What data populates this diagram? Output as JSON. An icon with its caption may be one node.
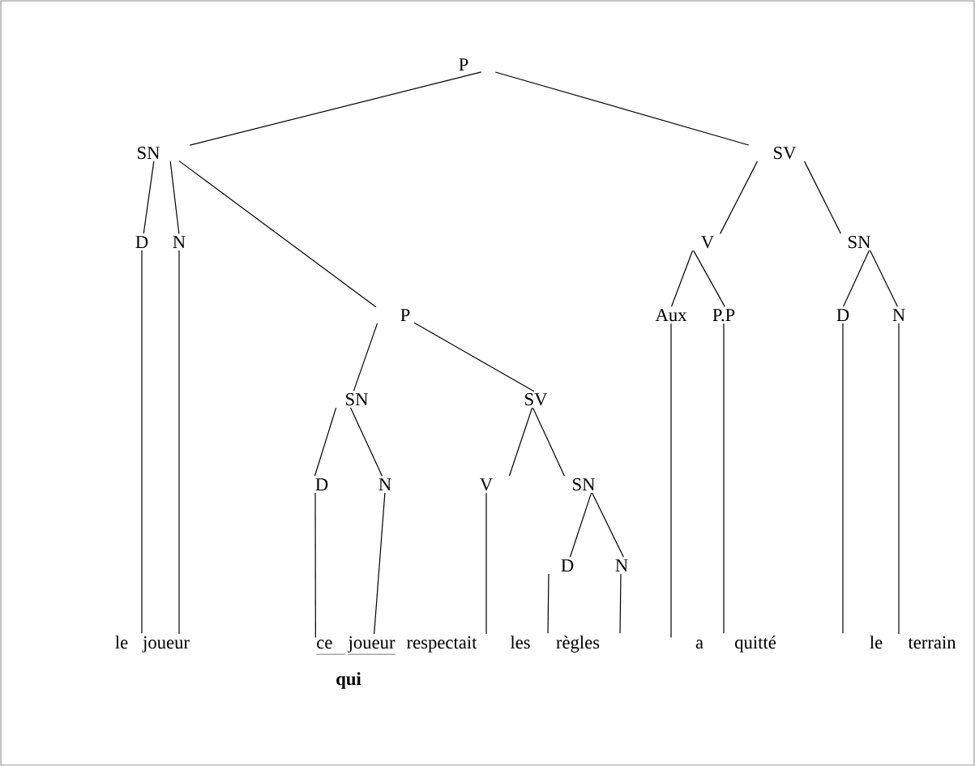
{
  "diagram": {
    "nodes": [
      {
        "text": [
          "P"
        ]
      },
      {
        "text": [
          "SN"
        ]
      },
      {
        "text": [
          "SV"
        ]
      },
      {
        "text": [
          "D"
        ]
      },
      {
        "text": [
          "N"
        ]
      },
      {
        "text": [
          "V"
        ]
      },
      {
        "text": [
          "SN"
        ]
      },
      {
        "text": [
          "P"
        ]
      },
      {
        "text": [
          "Aux"
        ]
      },
      {
        "text": [
          "P.P"
        ]
      },
      {
        "text": [
          "D"
        ]
      },
      {
        "text": [
          "N"
        ]
      },
      {
        "text": [
          "SN"
        ]
      },
      {
        "text": [
          "SV"
        ]
      },
      {
        "text": [
          "D"
        ]
      },
      {
        "text": [
          "N"
        ]
      },
      {
        "text": [
          "V"
        ]
      },
      {
        "text": [
          "SN"
        ]
      },
      {
        "text": [
          "D"
        ]
      },
      {
        "text": [
          "N"
        ]
      },
      {
        "text": [
          "le"
        ]
      },
      {
        "text": [
          "joueur"
        ]
      },
      {
        "text": [
          "ce"
        ]
      },
      {
        "text": [
          "joueur"
        ]
      },
      {
        "text": [
          "respectait"
        ]
      },
      {
        "text": [
          "les"
        ]
      },
      {
        "text": [
          "règles"
        ]
      },
      {
        "text": [
          "a"
        ]
      },
      {
        "text": [
          "quitté"
        ]
      },
      {
        "text": [
          "le"
        ]
      },
      {
        "text": [
          "terrain"
        ]
      }
    ],
    "edges": [
      {
        "from": 0,
        "to": 1,
        "arrow": "none"
      },
      {
        "from": 0,
        "to": 2,
        "arrow": "none"
      },
      {
        "from": 1,
        "to": 3,
        "arrow": "none"
      },
      {
        "from": 1,
        "to": 4,
        "arrow": "none"
      },
      {
        "from": 1,
        "to": 7,
        "arrow": "none"
      },
      {
        "from": 2,
        "to": 5,
        "arrow": "none"
      },
      {
        "from": 2,
        "to": 6,
        "arrow": "none"
      },
      {
        "from": 5,
        "to": 8,
        "arrow": "none"
      },
      {
        "from": 5,
        "to": 9,
        "arrow": "none"
      },
      {
        "from": 6,
        "to": 10,
        "arrow": "none"
      },
      {
        "from": 6,
        "to": 11,
        "arrow": "none"
      },
      {
        "from": 7,
        "to": 12,
        "arrow": "none"
      },
      {
        "from": 7,
        "to": 13,
        "arrow": "none"
      },
      {
        "from": 12,
        "to": 14,
        "arrow": "none"
      },
      {
        "from": 12,
        "to": 15,
        "arrow": "none"
      },
      {
        "from": 13,
        "to": 16,
        "arrow": "none"
      },
      {
        "from": 13,
        "to": 17,
        "arrow": "none"
      },
      {
        "from": 17,
        "to": 18,
        "arrow": "none"
      },
      {
        "from": 17,
        "to": 19,
        "arrow": "none"
      },
      {
        "from": 3,
        "to": 20,
        "arrow": "none"
      },
      {
        "from": 4,
        "to": 21,
        "arrow": "none"
      },
      {
        "from": 14,
        "to": 22,
        "arrow": "none"
      },
      {
        "from": 15,
        "to": 23,
        "arrow": "none"
      },
      {
        "from": 16,
        "to": 24,
        "arrow": "none"
      },
      {
        "from": 18,
        "to": 25,
        "arrow": "none"
      },
      {
        "from": 19,
        "to": 26,
        "arrow": "none"
      },
      {
        "from": 8,
        "to": 27,
        "arrow": "none"
      },
      {
        "from": 9,
        "to": 28,
        "arrow": "none"
      },
      {
        "from": 10,
        "to": 29,
        "arrow": "none"
      },
      {
        "from": 11,
        "to": 30,
        "arrow": "none"
      }
    ],
    "labels": [
      "qui"
    ]
  }
}
